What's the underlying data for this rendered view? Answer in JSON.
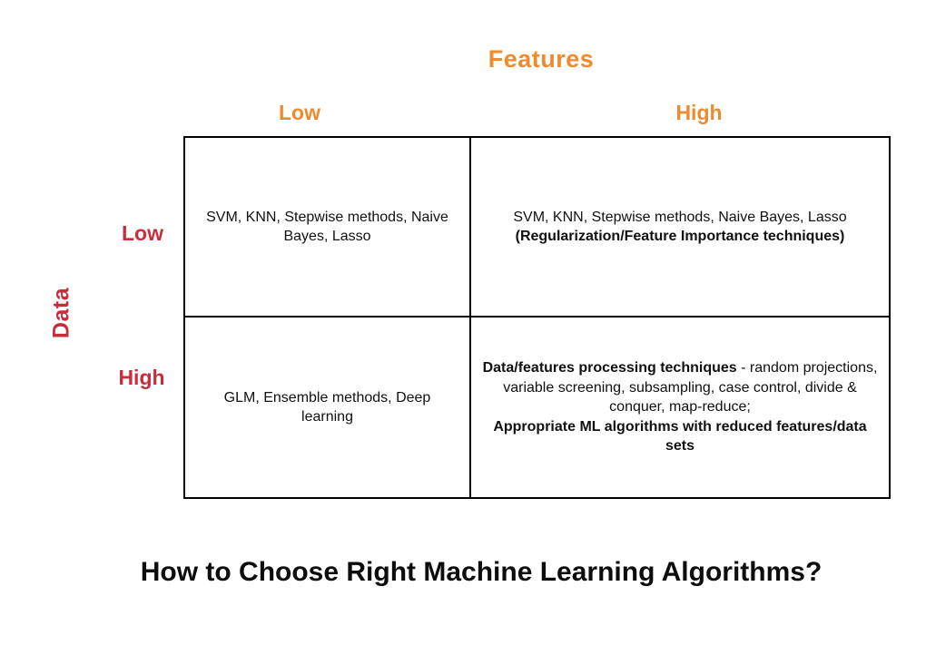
{
  "title": "How to Choose Right Machine Learning Algorithms?",
  "colors": {
    "x_axis": "#ED8B2E",
    "y_axis": "#C92D3B",
    "grid_border": "#000000",
    "cell_text": "#111111",
    "title_text": "#0D0D0D"
  },
  "matrix": {
    "x_axis": {
      "title": "Features",
      "low_label": "Low",
      "high_label": "High"
    },
    "y_axis": {
      "title": "Data",
      "low_label": "Low",
      "high_label": "High"
    },
    "cells": {
      "low_data_low_features": [
        {
          "text": "SVM, KNN, Stepwise methods, Naive Bayes, Lasso",
          "bold": false
        }
      ],
      "low_data_high_features": [
        {
          "text": "SVM, KNN, Stepwise methods, Naive Bayes, Lasso",
          "bold": false,
          "br": true
        },
        {
          "text": "(Regularization/Feature Importance techniques)",
          "bold": true
        }
      ],
      "high_data_low_features": [
        {
          "text": "GLM, Ensemble methods, Deep learning",
          "bold": false
        }
      ],
      "high_data_high_features": [
        {
          "text": "Data/features processing techniques",
          "bold": true
        },
        {
          "text": " - random projections, variable screening, subsampling, case control, divide & conquer, map-reduce;",
          "bold": false,
          "br": true
        },
        {
          "text": "Appropriate ML algorithms with reduced features/data sets",
          "bold": true
        }
      ]
    }
  }
}
